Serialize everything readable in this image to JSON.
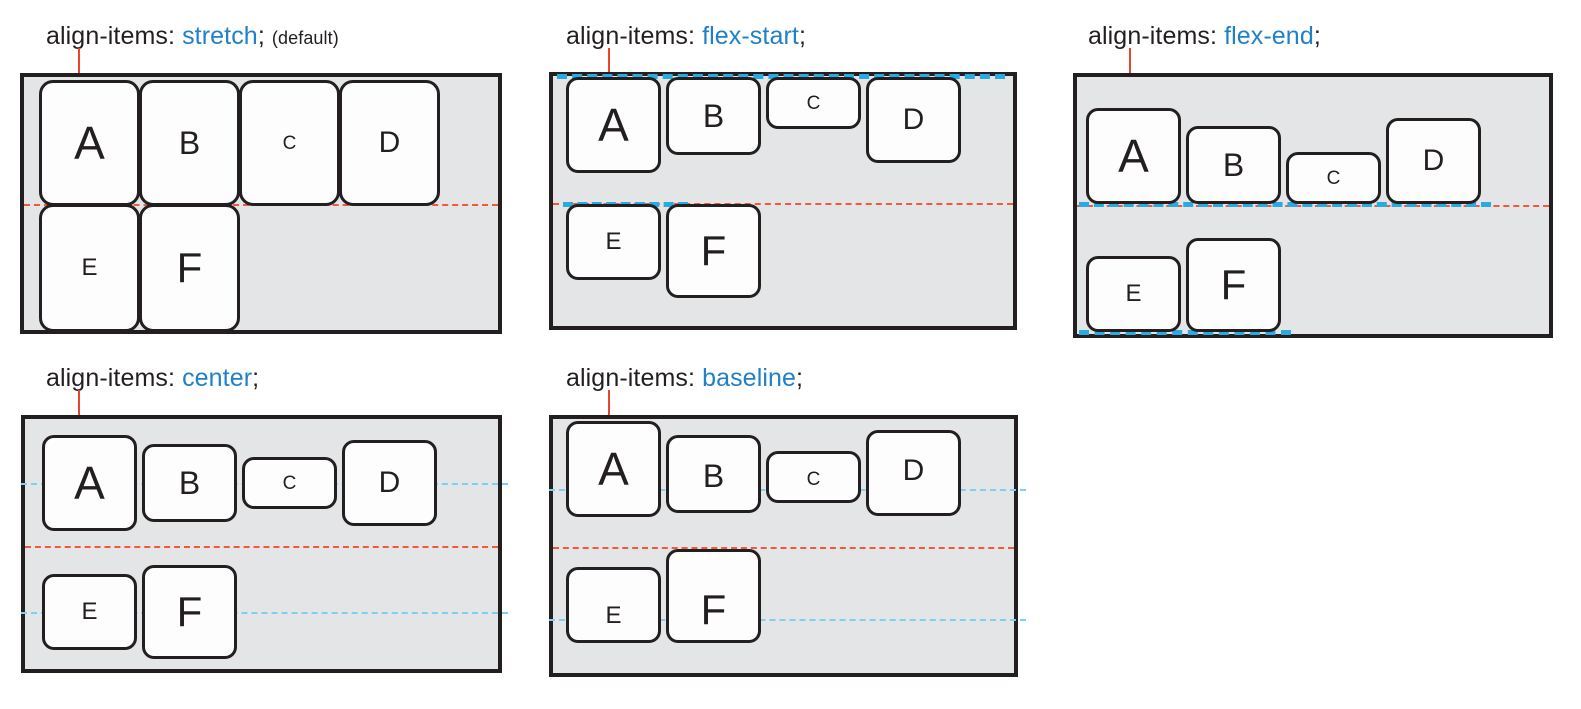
{
  "title": "CSS align-items property illustration",
  "colors": {
    "accent_blue": "#2080c8",
    "guide_cyan": "#29abe2",
    "guide_cyan_light": "#7fd0f0",
    "guide_red": "#f05a3c",
    "tick_red": "#e8452c",
    "container_fill": "#e4e5e7",
    "box_fill": "#fdfdfd",
    "stroke": "#231f20"
  },
  "panels": [
    {
      "id": "stretch",
      "caption": {
        "property": "align-items:",
        "value": "stretch",
        "semicolon": ";",
        "note": "(default)"
      },
      "items": [
        {
          "label": "A",
          "font_size": 46
        },
        {
          "label": "B",
          "font_size": 32
        },
        {
          "label": "C",
          "font_size": 19
        },
        {
          "label": "D",
          "font_size": 30
        },
        {
          "label": "E",
          "font_size": 24
        },
        {
          "label": "F",
          "font_size": 42
        }
      ]
    },
    {
      "id": "flex-start",
      "caption": {
        "property": "align-items:",
        "value": "flex-start",
        "semicolon": ";",
        "note": ""
      },
      "items": [
        {
          "label": "A",
          "font_size": 46
        },
        {
          "label": "B",
          "font_size": 32
        },
        {
          "label": "C",
          "font_size": 19
        },
        {
          "label": "D",
          "font_size": 30
        },
        {
          "label": "E",
          "font_size": 24
        },
        {
          "label": "F",
          "font_size": 42
        }
      ]
    },
    {
      "id": "flex-end",
      "caption": {
        "property": "align-items:",
        "value": "flex-end",
        "semicolon": ";",
        "note": ""
      },
      "items": [
        {
          "label": "A",
          "font_size": 46
        },
        {
          "label": "B",
          "font_size": 32
        },
        {
          "label": "C",
          "font_size": 19
        },
        {
          "label": "D",
          "font_size": 30
        },
        {
          "label": "E",
          "font_size": 24
        },
        {
          "label": "F",
          "font_size": 42
        }
      ]
    },
    {
      "id": "center",
      "caption": {
        "property": "align-items:",
        "value": "center",
        "semicolon": ";",
        "note": ""
      },
      "items": [
        {
          "label": "A",
          "font_size": 46
        },
        {
          "label": "B",
          "font_size": 32
        },
        {
          "label": "C",
          "font_size": 19
        },
        {
          "label": "D",
          "font_size": 30
        },
        {
          "label": "E",
          "font_size": 24
        },
        {
          "label": "F",
          "font_size": 42
        }
      ]
    },
    {
      "id": "baseline",
      "caption": {
        "property": "align-items:",
        "value": "baseline",
        "semicolon": ";",
        "note": ""
      },
      "items": [
        {
          "label": "A",
          "font_size": 46
        },
        {
          "label": "B",
          "font_size": 32
        },
        {
          "label": "C",
          "font_size": 19
        },
        {
          "label": "D",
          "font_size": 30
        },
        {
          "label": "E",
          "font_size": 24
        },
        {
          "label": "F",
          "font_size": 42
        }
      ]
    }
  ]
}
